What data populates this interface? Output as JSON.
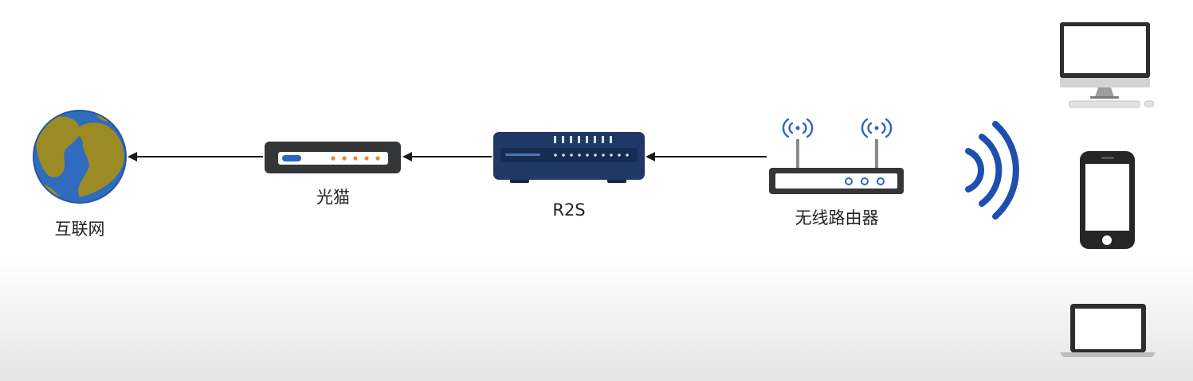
{
  "nodes": {
    "internet": {
      "label": "互联网"
    },
    "modem": {
      "label": "光猫"
    },
    "r2s": {
      "label": "R2S"
    },
    "wireless_router": {
      "label": "无线路由器"
    }
  },
  "clients": [
    {
      "icon": "desktop-monitor-icon"
    },
    {
      "icon": "smartphone-icon"
    },
    {
      "icon": "laptop-icon"
    }
  ],
  "colors": {
    "globe_ocean": "#2f6cbf",
    "globe_land": "#9c8a25",
    "device_dark": "#343638",
    "r2s_navy": "#1f3866",
    "wifi_blue": "#1d4fb0",
    "modem_led": "#e08a3a",
    "router_led": "#2a63c7",
    "arrow": "#1a1a1a"
  }
}
